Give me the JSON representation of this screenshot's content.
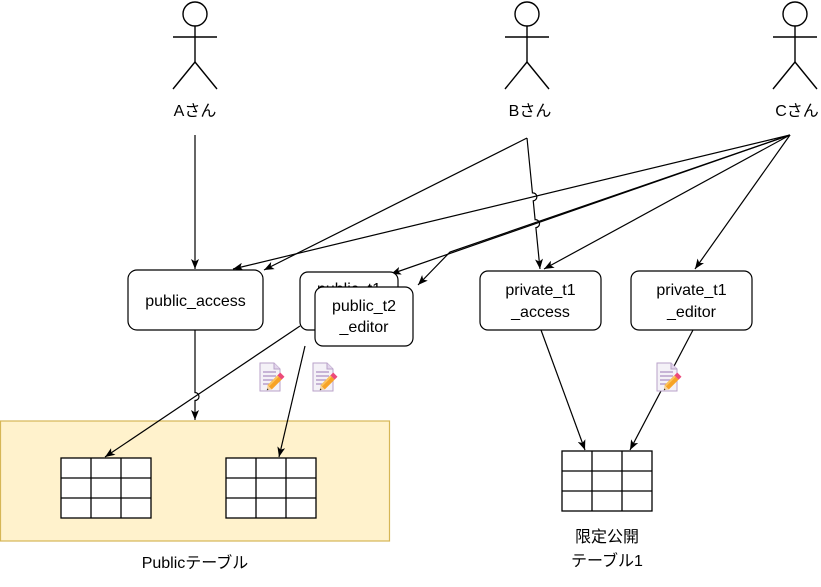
{
  "actors": [
    {
      "label": "Aさん"
    },
    {
      "label": "Bさん"
    },
    {
      "label": "Cさん"
    }
  ],
  "roles": {
    "public_access": {
      "line1": "public_access"
    },
    "public_t1_editor": {
      "line1": "public_t1"
    },
    "public_t2_editor": {
      "line1": "public_t2",
      "line2": "_editor"
    },
    "private_t1_access": {
      "line1": "private_t1",
      "line2": "_access"
    },
    "private_t1_editor": {
      "line1": "private_t1",
      "line2": "_editor"
    }
  },
  "public_area": {
    "label": "Publicテーブル"
  },
  "private_table": {
    "label_line1": "限定公開",
    "label_line2": "テーブル1"
  },
  "icons": {
    "actor": "stick-figure-icon",
    "table": "table-grid-icon",
    "edit": "edit-document-icon"
  },
  "colors": {
    "public_area_fill": "#fff2cc",
    "public_area_stroke": "#d6b656",
    "line": "#000000",
    "box_fill": "#ffffff"
  }
}
